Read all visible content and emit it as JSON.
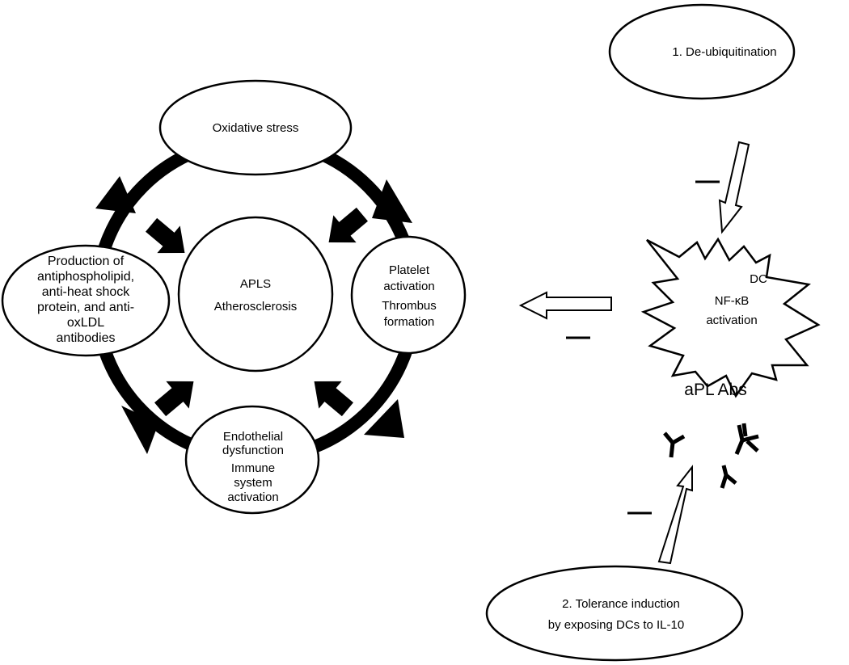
{
  "center": {
    "line1": "APLS",
    "line2": "Atherosclerosis"
  },
  "nodes": {
    "oxidative_stress": "Oxidative stress",
    "platelet": [
      "Platelet",
      "activation",
      "Thrombus",
      "formation"
    ],
    "endothelial": [
      "Endothelial",
      "dysfunction",
      "Immune",
      "system",
      "activation"
    ],
    "antibodies": [
      "Production of",
      "antiphospholipid,",
      "anti-heat shock",
      "protein, and anti-",
      "oxLDL",
      "antibodies"
    ]
  },
  "interventions": {
    "de_ubiquitination": "1.  De-ubiquitination",
    "tolerance": [
      "2.  Tolerance induction",
      "by exposing DCs to IL-10"
    ]
  },
  "dc_star": {
    "dc": "DC",
    "nfkb": "NF-κB",
    "activation": "activation"
  },
  "apl_abs_label": "aPL Abs",
  "inhibition_symbol": "—"
}
